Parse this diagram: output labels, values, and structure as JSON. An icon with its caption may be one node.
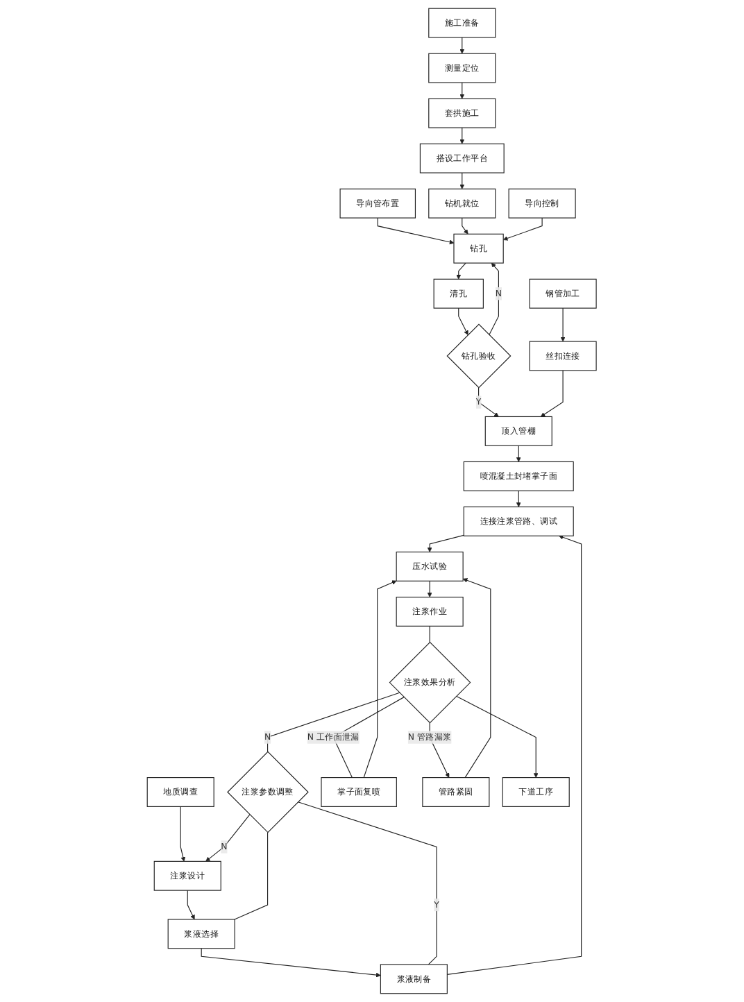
{
  "diagram": {
    "nodes": [
      {
        "text": [
          "施工准备"
        ]
      },
      {
        "text": [
          "测量定位"
        ]
      },
      {
        "text": [
          "套拱施工"
        ]
      },
      {
        "text": [
          "搭设工作平台"
        ]
      },
      {
        "text": [
          "导向管布置"
        ]
      },
      {
        "text": [
          "钻机就位"
        ]
      },
      {
        "text": [
          "导向控制"
        ]
      },
      {
        "text": [
          "钻孔"
        ]
      },
      {
        "text": [
          "清孔"
        ]
      },
      {
        "text": [
          "钻孔验收"
        ]
      },
      {
        "text": [
          "地质调查"
        ]
      },
      {
        "text": [
          "注浆设计"
        ]
      },
      {
        "text": [
          "钢管加工"
        ]
      },
      {
        "text": [
          "丝扣连接"
        ]
      },
      {
        "text": [
          "顶入管棚"
        ]
      },
      {
        "text": [
          "注浆参数调整"
        ]
      },
      {
        "text": [
          "浆液选择"
        ]
      },
      {
        "text": [
          "喷混凝土封堵掌子面"
        ]
      },
      {
        "text": [
          "连接注浆管路、调试"
        ]
      },
      {
        "text": [
          "浆液制备"
        ]
      },
      {
        "text": [
          "掌子面复喷"
        ]
      },
      {
        "text": [
          "压水试验"
        ]
      },
      {
        "text": [
          "管路紧固"
        ]
      },
      {
        "text": [
          "注浆作业"
        ]
      },
      {
        "text": [
          "注浆效果分析"
        ]
      },
      {
        "text": [
          "下道工序"
        ]
      }
    ],
    "edges": [
      {
        "from": 0,
        "to": 1,
        "arrow": "to"
      },
      {
        "from": 1,
        "to": 2,
        "arrow": "to"
      },
      {
        "from": 2,
        "to": 3,
        "arrow": "to"
      },
      {
        "from": 3,
        "to": 5,
        "arrow": "to"
      },
      {
        "from": 4,
        "to": 7,
        "arrow": "to"
      },
      {
        "from": 5,
        "to": 7,
        "arrow": "to"
      },
      {
        "from": 6,
        "to": 7,
        "arrow": "to"
      },
      {
        "from": 7,
        "to": 8,
        "arrow": "to"
      },
      {
        "from": 8,
        "to": 9,
        "arrow": "to"
      },
      {
        "from": 9,
        "to": 7,
        "arrow": "to",
        "label": "N"
      },
      {
        "from": 9,
        "to": 14,
        "arrow": "to",
        "label": "Y"
      },
      {
        "from": 10,
        "to": 11,
        "arrow": "to"
      },
      {
        "from": 11,
        "to": 16,
        "arrow": "to"
      },
      {
        "from": 12,
        "to": 13,
        "arrow": "to"
      },
      {
        "from": 13,
        "to": 14,
        "arrow": "to"
      },
      {
        "from": 14,
        "to": 17,
        "arrow": "to"
      },
      {
        "from": 17,
        "to": 18,
        "arrow": "to"
      },
      {
        "from": 16,
        "to": 19,
        "arrow": "to"
      },
      {
        "from": 19,
        "to": 18,
        "arrow": "to"
      },
      {
        "from": 18,
        "to": 21,
        "arrow": "to"
      },
      {
        "from": 20,
        "to": 21,
        "arrow": "to"
      },
      {
        "from": 22,
        "to": 21,
        "arrow": "to"
      },
      {
        "from": 21,
        "to": 23,
        "arrow": "to"
      },
      {
        "from": 23,
        "to": 24,
        "arrow": "none"
      },
      {
        "from": 24,
        "to": 25,
        "arrow": "to"
      },
      {
        "from": 24,
        "to": 20,
        "arrow": "none",
        "label": "N 工作面泄漏"
      },
      {
        "from": 24,
        "to": 22,
        "arrow": "to",
        "label": "N 管路漏浆"
      },
      {
        "from": 24,
        "to": 15,
        "arrow": "none",
        "label": "N"
      },
      {
        "from": 15,
        "to": 11,
        "arrow": "to",
        "label": "N"
      },
      {
        "from": 15,
        "to": 19,
        "arrow": "none",
        "label": "Y"
      },
      {
        "from": 16,
        "to": 15,
        "arrow": "none"
      }
    ]
  }
}
